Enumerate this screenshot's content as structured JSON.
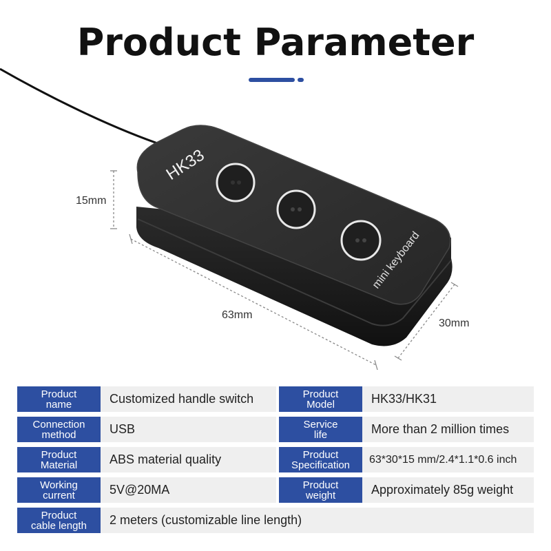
{
  "header": {
    "title": "Product Parameter"
  },
  "product": {
    "model_text": "HK33",
    "side_text": "mini keyboard",
    "dimensions": {
      "height": "15mm",
      "length": "63mm",
      "width": "30mm"
    }
  },
  "specs": [
    {
      "left_label": "Product\nname",
      "left_value": "Customized handle switch",
      "right_label": "Product\nModel",
      "right_value": "HK33/HK31"
    },
    {
      "left_label": "Connection\nmethod",
      "left_value": "USB",
      "right_label": "Service\nlife",
      "right_value": "More than 2 million times"
    },
    {
      "left_label": "Product\nMaterial",
      "left_value": "ABS material quality",
      "right_label": "Product\nSpecification",
      "right_value": "63*30*15 mm/2.4*1.1*0.6 inch"
    },
    {
      "left_label": "Working\ncurrent",
      "left_value": "5V@20MA",
      "right_label": "Product\nweight",
      "right_value": "Approximately 85g weight"
    },
    {
      "left_label": "Product\ncable length",
      "left_value": "2 meters (customizable line length)"
    }
  ],
  "colors": {
    "accent": "#2d4fa1",
    "cell_bg": "#efefef",
    "device_body": "#2a2a2a"
  }
}
